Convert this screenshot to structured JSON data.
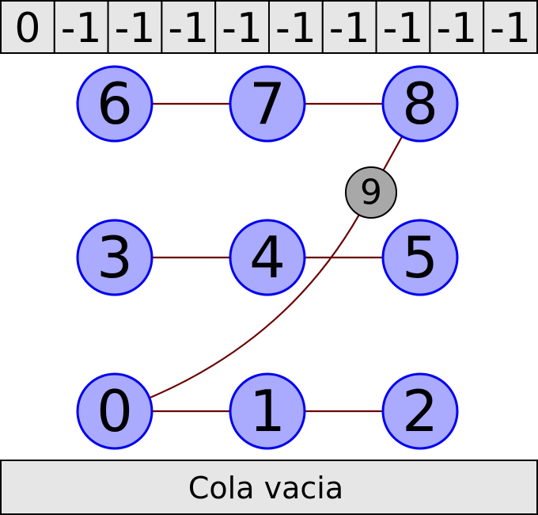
{
  "array": {
    "values": [
      "0",
      "-1",
      "-1",
      "-1",
      "-1",
      "-1",
      "-1",
      "-1",
      "-1",
      "-1"
    ]
  },
  "graph": {
    "nodes": [
      {
        "id": "0",
        "label": "0"
      },
      {
        "id": "1",
        "label": "1"
      },
      {
        "id": "2",
        "label": "2"
      },
      {
        "id": "3",
        "label": "3"
      },
      {
        "id": "4",
        "label": "4"
      },
      {
        "id": "5",
        "label": "5"
      },
      {
        "id": "6",
        "label": "6"
      },
      {
        "id": "7",
        "label": "7"
      },
      {
        "id": "8",
        "label": "8"
      }
    ],
    "special_node": {
      "id": "9",
      "label": "9"
    },
    "edges": [
      [
        "6",
        "7"
      ],
      [
        "7",
        "8"
      ],
      [
        "3",
        "4"
      ],
      [
        "4",
        "5"
      ],
      [
        "0",
        "1"
      ],
      [
        "1",
        "2"
      ],
      [
        "0",
        "9"
      ],
      [
        "9",
        "8"
      ]
    ]
  },
  "queue": {
    "label": "Cola vacia"
  },
  "colors": {
    "node_fill": "#aaaaff",
    "node_stroke": "#0000ee",
    "edge": "#6b0000",
    "special_fill": "#a8a8a8",
    "cell_fill": "#e6e6e6"
  }
}
